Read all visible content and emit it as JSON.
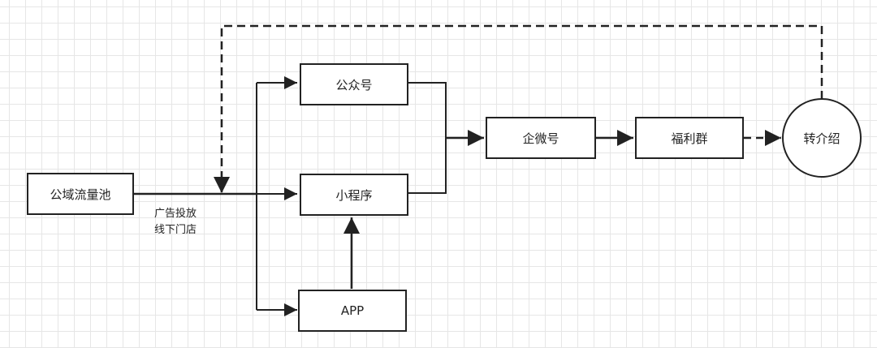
{
  "diagram": {
    "nodes": {
      "public_pool": "公域流量池",
      "official_account": "公众号",
      "mini_program": "小程序",
      "app": "APP",
      "wecom": "企微号",
      "welfare_group": "福利群",
      "referral": "转介绍"
    },
    "annotations": [
      "广告投放",
      "线下门店"
    ],
    "colors": {
      "line": "#222222",
      "grid": "#e6e6e6",
      "background": "#ffffff"
    }
  }
}
